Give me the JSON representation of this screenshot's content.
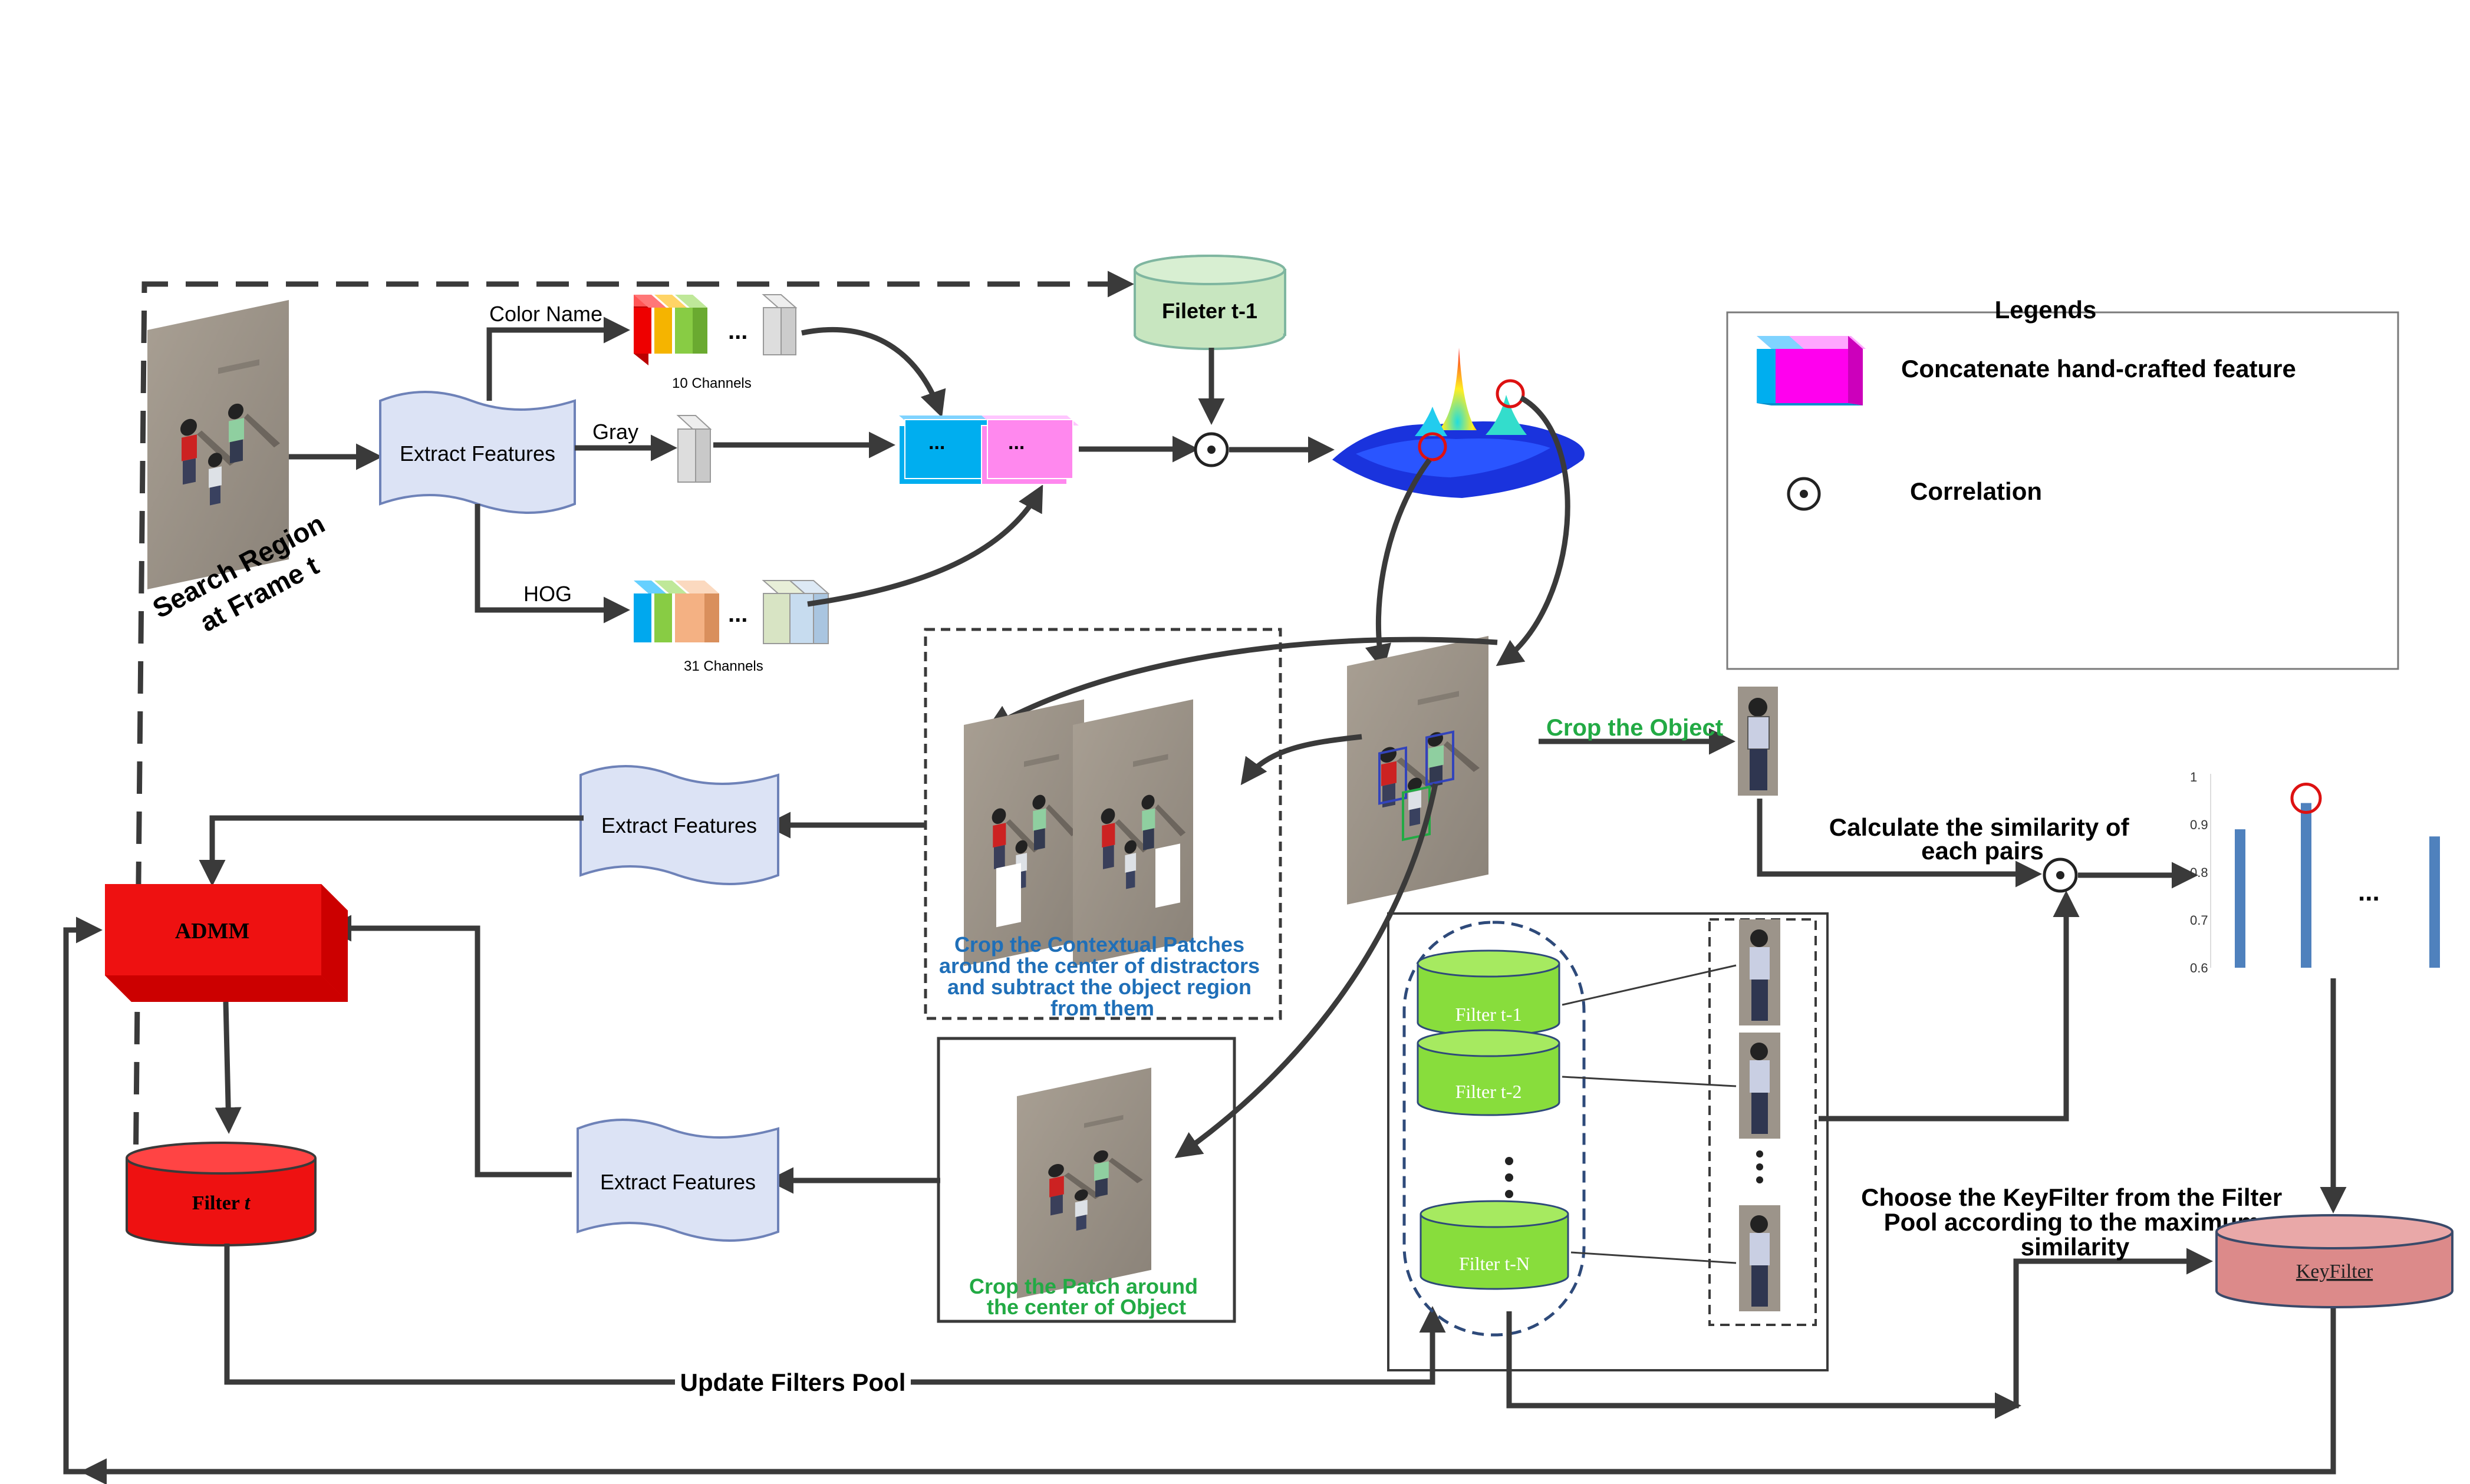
{
  "colors": {
    "arrow": "#3a3a3a",
    "feature_box_fill": "#dce3f5",
    "feature_box_stroke": "#6e82b8",
    "admm_fill": "#ee1111",
    "filter_red": "#ee1111",
    "filter_green": "#88dd3c",
    "filter_prev_green": "#c8e6c0",
    "keyfilter_fill": "#dc8a8a",
    "title_green": "#22aa44",
    "title_blue": "#1f6fb8",
    "bar_blue": "#4f81bd",
    "response_blue": "#1a33dd"
  },
  "icons": {
    "correlation": "circled-dot-icon",
    "feature_cube": "stacked-cube-icon",
    "database": "cylinder-icon",
    "photo": "aerial-image-icon"
  },
  "diagram": {
    "search_region_label_line1": "Search Region",
    "search_region_label_line2": "at Frame t",
    "extract_features": "Extract Features",
    "color_name": "Color Name",
    "gray": "Gray",
    "hog": "HOG",
    "channels_10": "10 Channels",
    "channels_31": "31 Channels",
    "ellipsis": "...",
    "filter_prev": "Fileter t-1",
    "crop_object": "Crop the Object",
    "similarity_line1": "Calculate the similarity of",
    "similarity_line2": "each pairs",
    "contextual_line1": "Crop the Contextual Patches",
    "contextual_line2": "around the center of distractors",
    "contextual_line3": "and subtract the object region",
    "contextual_line4": "from them",
    "patch_line1": "Crop the Patch around",
    "patch_line2": "the center of Object",
    "admm": "ADMM",
    "filter_t_prefix": "Filter ",
    "filter_t_var": "t",
    "filter_t1": "Filter t-1",
    "filter_t2": "Filter t-2",
    "filter_tn": "Filter t-N",
    "update_pool": "Update Filters Pool",
    "choose_line1": "Choose the KeyFilter from the Filter",
    "choose_line2": "Pool according to the maximum",
    "choose_line3": "similarity",
    "keyfilter": "KeyFilter"
  },
  "legend": {
    "title": "Legends",
    "concat_label": "Concatenate hand-crafted feature",
    "correlation_label": "Correlation"
  },
  "chart_data": {
    "type": "bar",
    "values": [
      0.89,
      0.945,
      0.875
    ],
    "ylim": [
      0.6,
      1.0
    ],
    "ticks": [
      "1",
      "0.9",
      "0.8",
      "0.7",
      "0.6"
    ],
    "ellipsis": "...",
    "highlight_index": 1
  }
}
